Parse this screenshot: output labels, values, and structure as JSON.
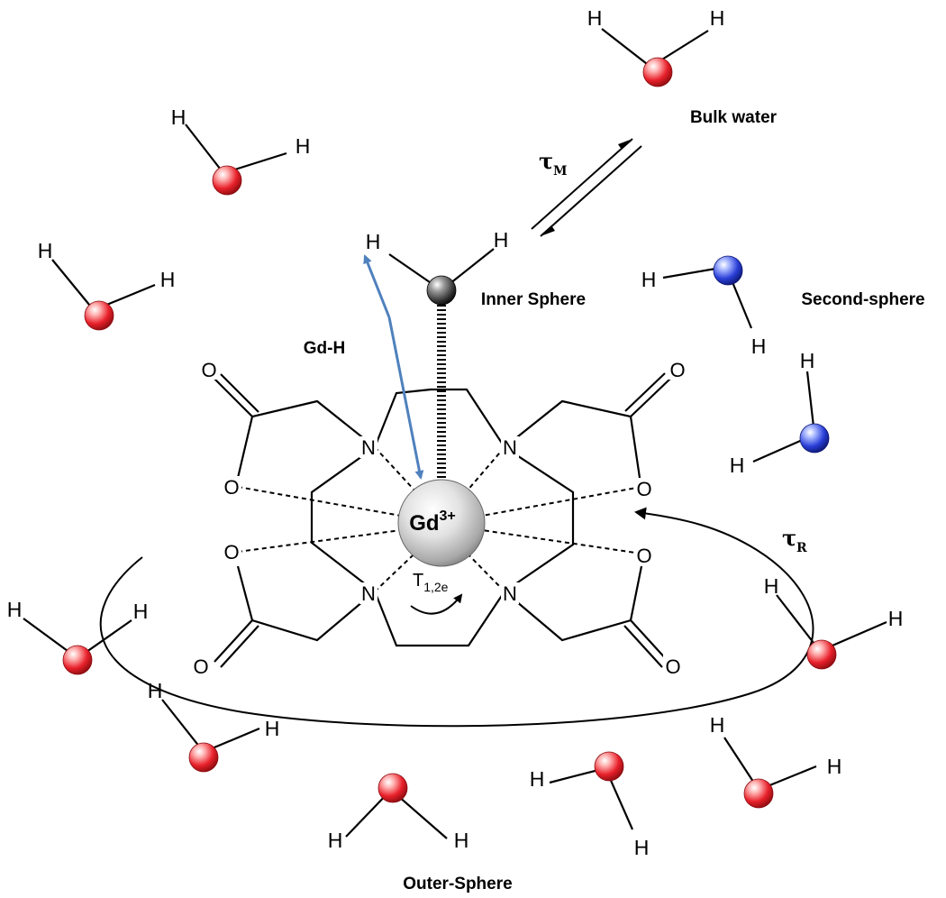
{
  "labels": {
    "bulk_water": "Bulk water",
    "tau_m_symbol": "τ",
    "tau_m_sub": "M",
    "inner_sphere": "Inner Sphere",
    "second_sphere": "Second-sphere",
    "gd_h": "Gd-H",
    "tau_r_symbol": "τ",
    "tau_r_sub": "R",
    "outer_sphere": "Outer-Sphere",
    "gd_ion": "Gd",
    "gd_charge": "3+",
    "t12e": "T",
    "t12e_sub": "1,2e"
  },
  "atoms": {
    "hydrogen": "H",
    "nitrogen": "N",
    "oxygen": "O"
  },
  "colors": {
    "outer_water_oxygen": "#e8202a",
    "second_sphere_oxygen": "#2a3fd8",
    "inner_sphere_oxygen": "#2b2b2b",
    "gd_ion": "#b8b8b8",
    "gd_h_arrow": "#4f81bd"
  }
}
